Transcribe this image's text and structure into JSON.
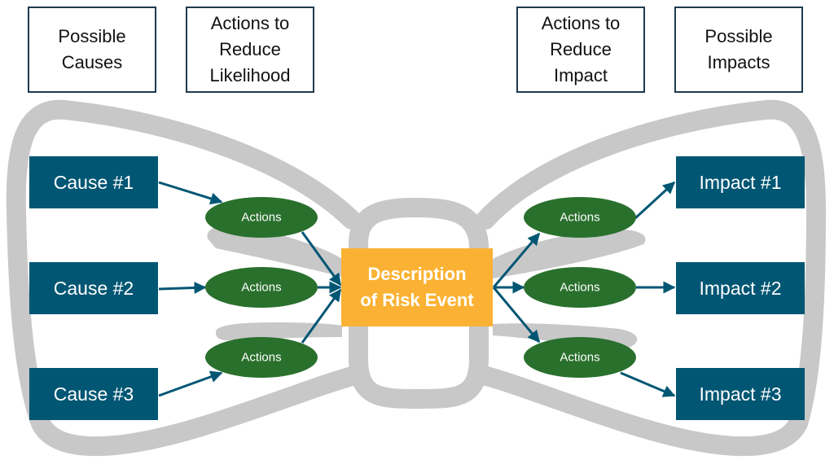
{
  "diagram": {
    "type": "bow-tie risk diagram",
    "colors": {
      "cause_impact_box": "#005673",
      "action_ellipse": "#2a702d",
      "risk_event_box": "#fbb234",
      "arrow": "#005673",
      "bowtie_outline": "#c8c8c8",
      "header_border": "#1f3a4d"
    },
    "headers": [
      {
        "label": "Possible\nCauses"
      },
      {
        "label": "Actions to\nReduce\nLikelihood"
      },
      {
        "label": "Actions to\nReduce\nImpact"
      },
      {
        "label": "Possible\nImpacts"
      }
    ],
    "causes": [
      {
        "label": "Cause #1"
      },
      {
        "label": "Cause #2"
      },
      {
        "label": "Cause #3"
      }
    ],
    "left_actions": [
      {
        "label": "Actions"
      },
      {
        "label": "Actions"
      },
      {
        "label": "Actions"
      }
    ],
    "risk_event": {
      "label": "Description\nof Risk Event"
    },
    "right_actions": [
      {
        "label": "Actions"
      },
      {
        "label": "Actions"
      },
      {
        "label": "Actions"
      }
    ],
    "impacts": [
      {
        "label": "Impact #1"
      },
      {
        "label": "Impact #2"
      },
      {
        "label": "Impact #3"
      }
    ],
    "edges": [
      {
        "from": "Cause #1",
        "to": "left_actions.0"
      },
      {
        "from": "Cause #2",
        "to": "left_actions.1"
      },
      {
        "from": "Cause #3",
        "to": "left_actions.2"
      },
      {
        "from": "left_actions.0",
        "to": "risk_event"
      },
      {
        "from": "left_actions.1",
        "to": "risk_event"
      },
      {
        "from": "left_actions.2",
        "to": "risk_event"
      },
      {
        "from": "risk_event",
        "to": "right_actions.0"
      },
      {
        "from": "risk_event",
        "to": "right_actions.1"
      },
      {
        "from": "risk_event",
        "to": "right_actions.2"
      },
      {
        "from": "right_actions.0",
        "to": "Impact #1"
      },
      {
        "from": "right_actions.1",
        "to": "Impact #2"
      },
      {
        "from": "right_actions.2",
        "to": "Impact #3"
      }
    ]
  }
}
